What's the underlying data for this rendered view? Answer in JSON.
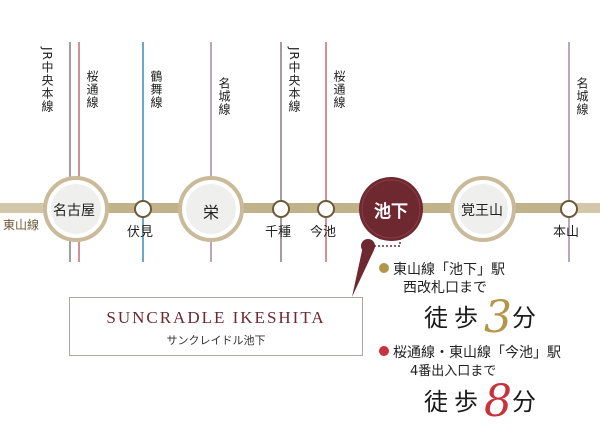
{
  "map": {
    "main_line_label": "東山線",
    "lines": [
      {
        "name": "JR\n中央本線",
        "color": "#8a7a80"
      },
      {
        "name": "桜通線",
        "color": "#c86a6e"
      },
      {
        "name": "鶴舞線",
        "color": "#3a8bb4"
      },
      {
        "name": "名城線",
        "color": "#a58aa0"
      }
    ],
    "line_labels": {
      "jr_left": "JR中央本線",
      "sakura_left": "桜通線",
      "tsurumai": "鶴舞線",
      "meijo_left": "名城線",
      "jr_right": "JR中央本線",
      "sakura_right": "桜通線",
      "meijo_right": "名城線"
    },
    "stations": {
      "nagoya": "名古屋",
      "fushimi": "伏見",
      "sakae": "栄",
      "chikusa": "千種",
      "imaike": "今池",
      "ikeshita": "池下",
      "kakuozan": "覚王山",
      "motoyama": "本山"
    },
    "colors": {
      "gold": "#b3964a",
      "red": "#c8323c",
      "maroon": "#6d2830",
      "track": "#d3c7a9"
    }
  },
  "property": {
    "name_en": "SUNCRADLE IKESHITA",
    "name_ja": "サンクレイドル池下"
  },
  "access": [
    {
      "line1": "東山線「池下」駅",
      "line2": "西改札口まで",
      "walk": "徒歩",
      "minutes": "3",
      "unit": "分"
    },
    {
      "line1": "桜通線・東山線「今池」駅",
      "line2": "4番出入口まで",
      "walk": "徒歩",
      "minutes": "8",
      "unit": "分"
    }
  ]
}
